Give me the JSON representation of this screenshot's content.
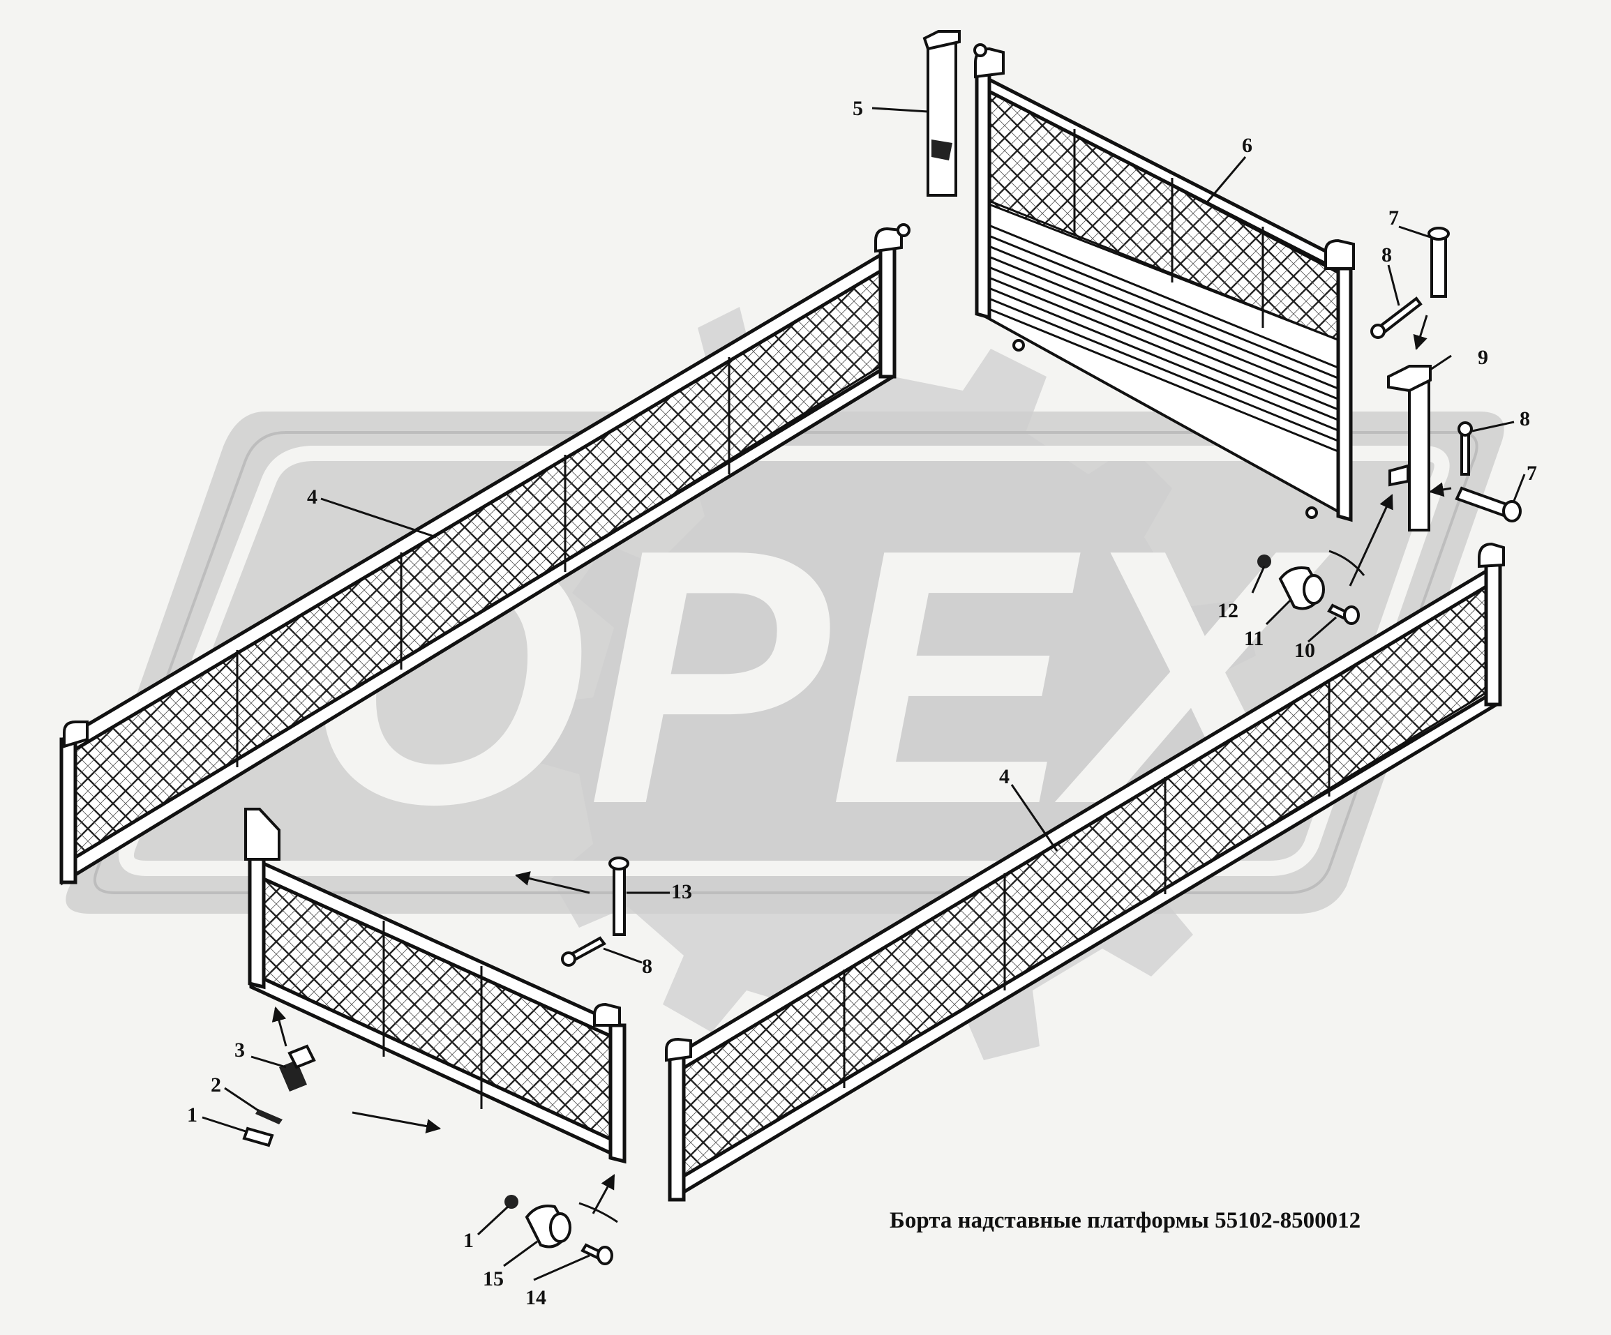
{
  "watermark": {
    "text": "OPEX"
  },
  "caption": "Борта надставные платформы 55102-8500012",
  "callouts": {
    "c1a": "1",
    "c1b": "1",
    "c2": "2",
    "c3": "3",
    "c4a": "4",
    "c4b": "4",
    "c5": "5",
    "c6": "6",
    "c7a": "7",
    "c7b": "7",
    "c8a": "8",
    "c8b": "8",
    "c8c": "8",
    "c9": "9",
    "c10": "10",
    "c11": "11",
    "c12": "12",
    "c13": "13",
    "c14": "14",
    "c15": "15"
  },
  "icons": [
    "gear-watermark",
    "arrow-icon"
  ]
}
